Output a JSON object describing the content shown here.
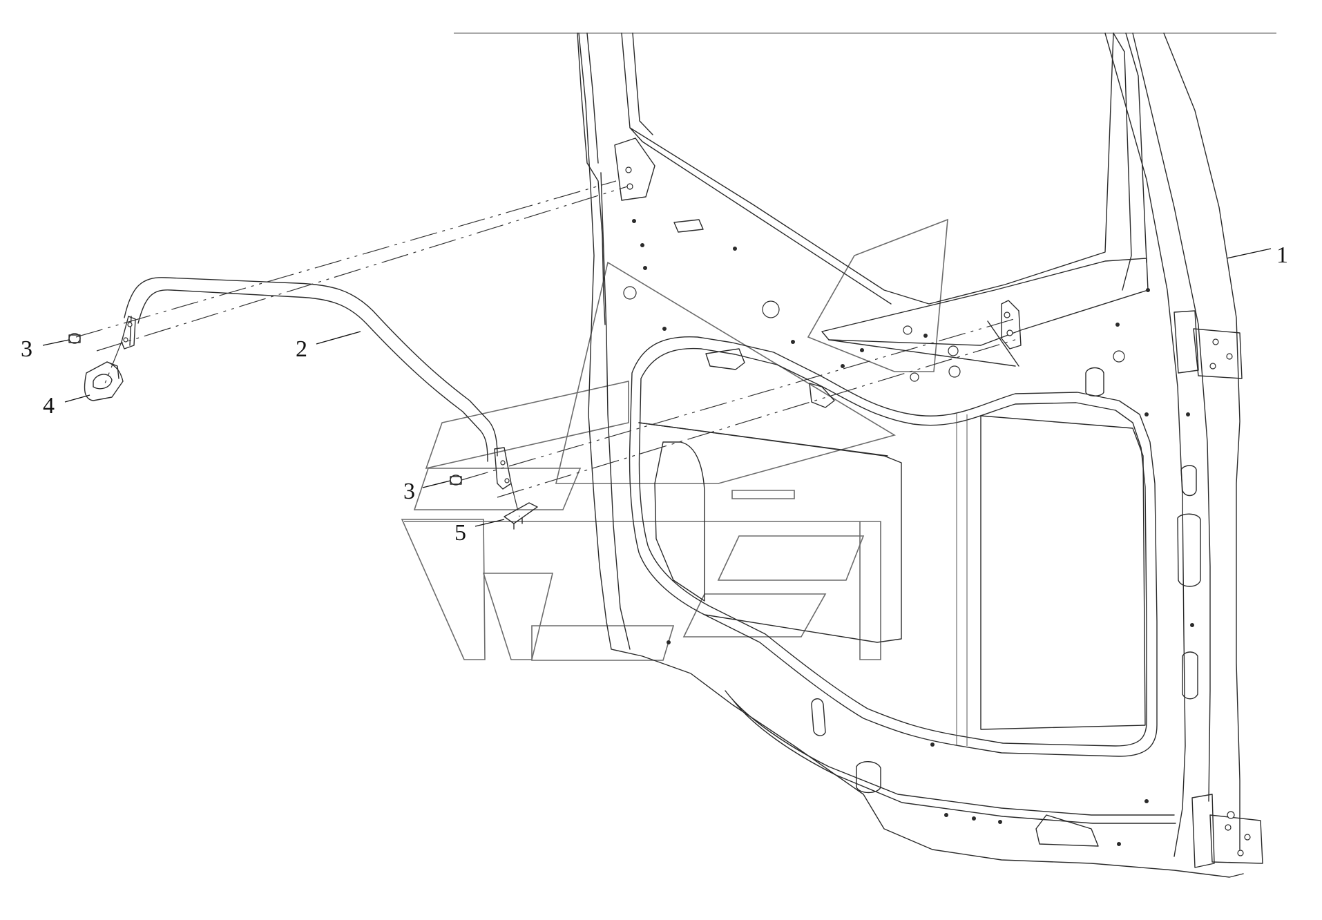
{
  "diagram": {
    "type": "exploded-parts-drawing",
    "callouts": [
      {
        "label": "1",
        "part": "door-frame"
      },
      {
        "label": "2",
        "part": "grab-handle"
      },
      {
        "label": "3",
        "part": "bolt-upper"
      },
      {
        "label": "3",
        "part": "bolt-lower"
      },
      {
        "label": "4",
        "part": "upper-cover"
      },
      {
        "label": "5",
        "part": "lower-cover"
      }
    ]
  },
  "colors": {
    "line": "#2a2a2a",
    "watermark": "#6b6b6b",
    "background": "#ffffff"
  }
}
